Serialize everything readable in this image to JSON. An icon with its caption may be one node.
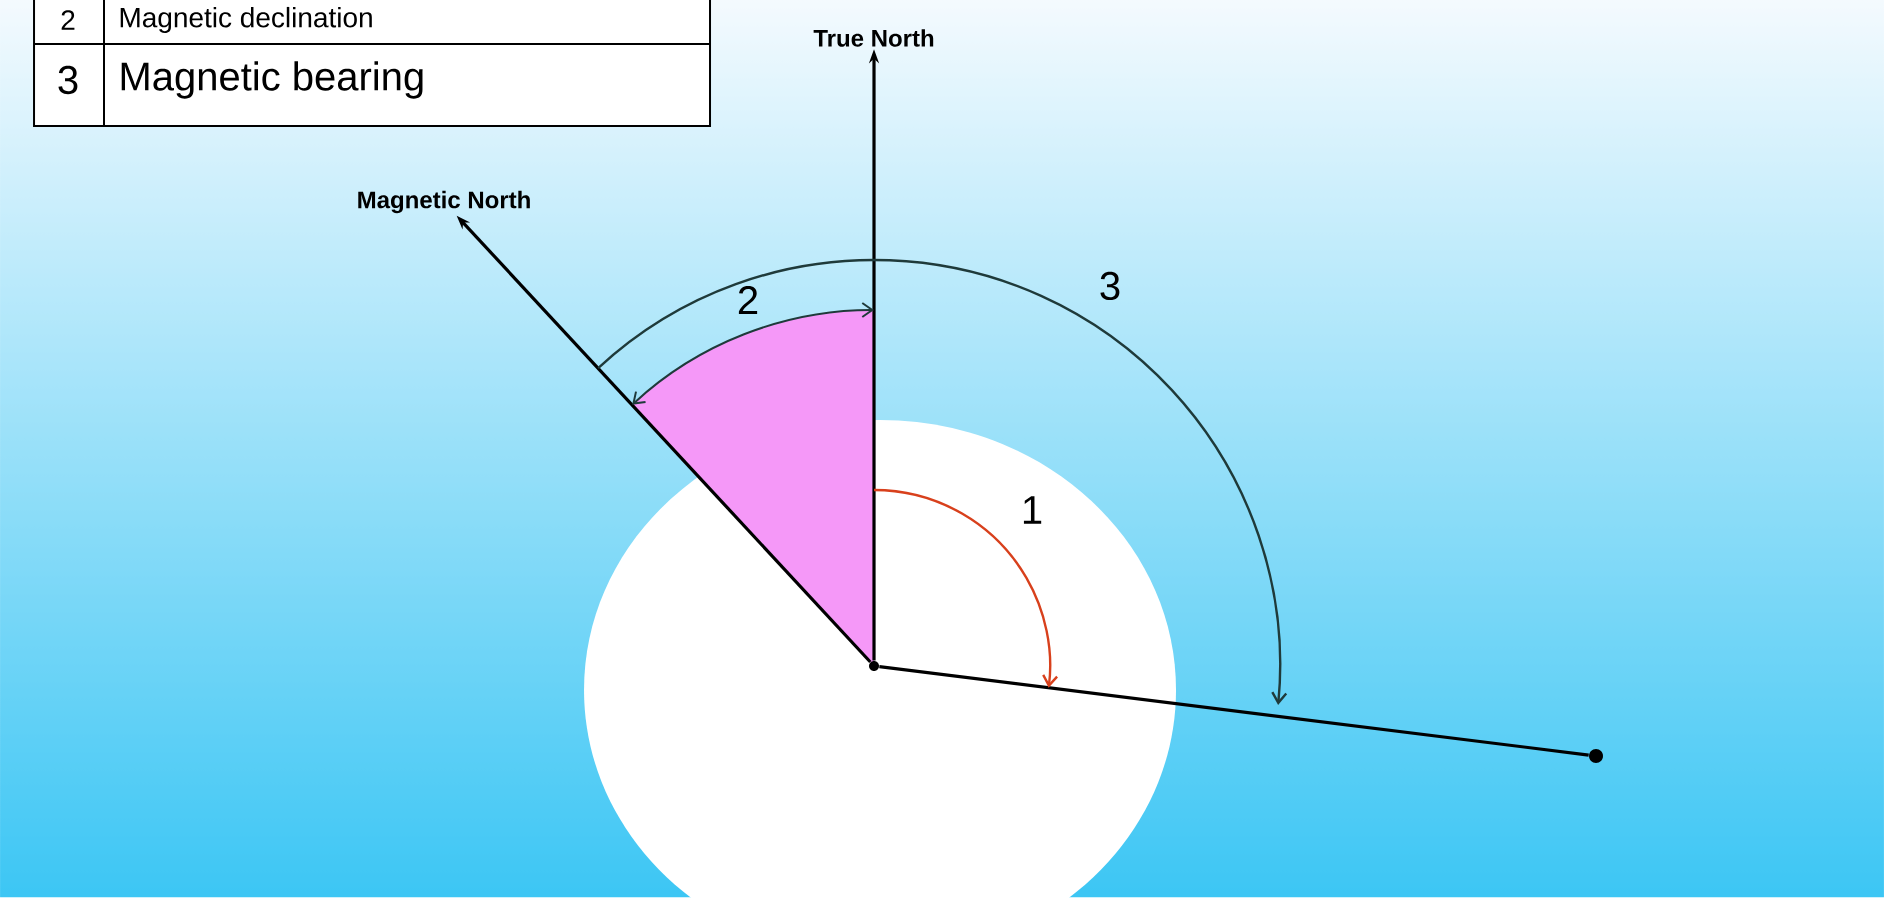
{
  "diagram": {
    "nodes": [
      {
        "text": [],
        "shape": "circle"
      },
      {
        "text": [
          "True North"
        ]
      },
      {
        "text": [
          "Magnetic North"
        ]
      },
      {
        "text": [],
        "shape": "circle"
      }
    ],
    "edges": [
      {
        "from": 0,
        "to": 1,
        "arrow": "to"
      },
      {
        "from": 0,
        "to": 2,
        "arrow": "to"
      },
      {
        "from": 0,
        "to": 3,
        "arrow": "none"
      }
    ],
    "labels": [
      "2",
      "Magnetic declination",
      "3",
      "Magnetic bearing",
      "2",
      "3",
      "1"
    ]
  }
}
